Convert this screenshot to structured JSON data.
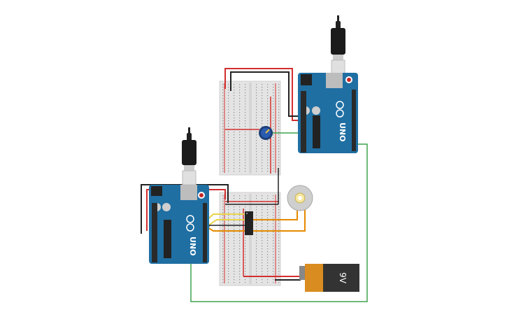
{
  "circuit": {
    "boards": [
      {
        "id": "top",
        "model_label": "UNO"
      },
      {
        "id": "bottom",
        "model_label": "UNO"
      }
    ],
    "battery": {
      "label": "9V"
    },
    "components": {
      "potentiometer": "potentiometer-icon",
      "motor": "dc-motor-icon",
      "ic": "motor-driver-ic-icon",
      "usb": "usb-plug-icon"
    },
    "colors": {
      "board": "#1f6fa3",
      "board_dark": "#175a86",
      "breadboard": "#e6e6e6",
      "wire_red": "#d32f2f",
      "wire_black": "#222222",
      "wire_green": "#3fa34d",
      "wire_orange": "#e68a00",
      "wire_yellow": "#e8d44d",
      "battery_body": "#333333",
      "battery_cap": "#d98c1f",
      "pot_knob": "#2a5db0"
    }
  }
}
